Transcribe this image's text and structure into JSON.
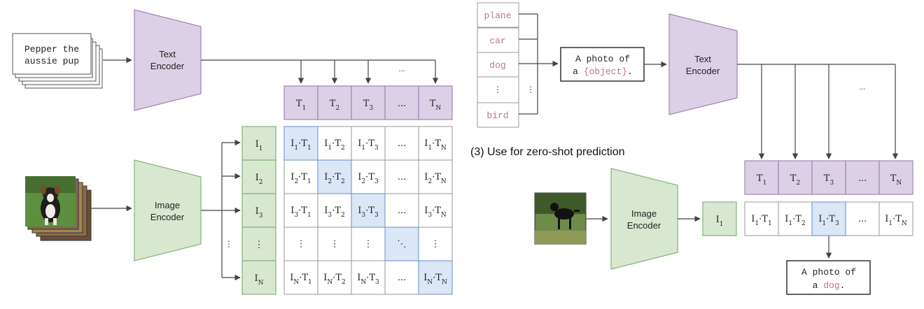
{
  "colors": {
    "text_encoder_fill": "#dcd0e6",
    "text_encoder_stroke": "#a085b5",
    "image_encoder_fill": "#d8e8d0",
    "image_encoder_stroke": "#86b07a",
    "highlight_fill": "#dbe6f6",
    "highlight_stroke": "#7d9ed3",
    "prompt_word": "#b8739a"
  },
  "left": {
    "text_input": [
      "Pepper the",
      "aussie pup"
    ],
    "text_encoder": [
      "Text",
      "Encoder"
    ],
    "image_encoder": [
      "Image",
      "Encoder"
    ],
    "top_ellipsis": "...",
    "t_cells": [
      {
        "base": "T",
        "sub": "1"
      },
      {
        "base": "T",
        "sub": "2"
      },
      {
        "base": "T",
        "sub": "3"
      },
      {
        "base": "...",
        "sub": ""
      },
      {
        "base": "T",
        "sub": "N"
      }
    ],
    "i_cells": [
      {
        "base": "I",
        "sub": "1"
      },
      {
        "base": "I",
        "sub": "2"
      },
      {
        "base": "I",
        "sub": "3"
      },
      {
        "base": "⋮",
        "sub": ""
      },
      {
        "base": "I",
        "sub": "N"
      }
    ],
    "side_ellipsis": "⋮",
    "matrix": [
      [
        "I1·T1",
        "I1·T2",
        "I1·T3",
        "...",
        "I1·TN"
      ],
      [
        "I2·T1",
        "I2·T2",
        "I2·T3",
        "...",
        "I2·TN"
      ],
      [
        "I3·T1",
        "I3·T2",
        "I3·T3",
        "...",
        "I3·TN"
      ],
      [
        "⋮",
        "⋮",
        "⋮",
        "⋱",
        "⋮"
      ],
      [
        "IN·T1",
        "IN·T2",
        "IN·T3",
        "...",
        "IN·TN"
      ]
    ]
  },
  "right": {
    "labels": [
      "plane",
      "car",
      "dog",
      "bird"
    ],
    "label_ellipsis": "⋮",
    "prompt_prefix_1": "A photo of",
    "prompt_prefix_2": "a ",
    "prompt_object": "{object}",
    "prompt_suffix": ".",
    "text_encoder": [
      "Text",
      "Encoder"
    ],
    "image_encoder": [
      "Image",
      "Encoder"
    ],
    "section_title": "(3) Use for zero-shot prediction",
    "top_ellipsis": "...",
    "t_cells": [
      {
        "base": "T",
        "sub": "1"
      },
      {
        "base": "T",
        "sub": "2"
      },
      {
        "base": "T",
        "sub": "3"
      },
      {
        "base": "...",
        "sub": ""
      },
      {
        "base": "T",
        "sub": "N"
      }
    ],
    "i_cell": {
      "base": "I",
      "sub": "1"
    },
    "products": [
      "I1·T1",
      "I1·T2",
      "I1·T3",
      "...",
      "I1·TN"
    ],
    "output_line_1": "A photo of",
    "output_line_2_prefix": "a ",
    "output_word": "dog",
    "output_suffix": "."
  }
}
